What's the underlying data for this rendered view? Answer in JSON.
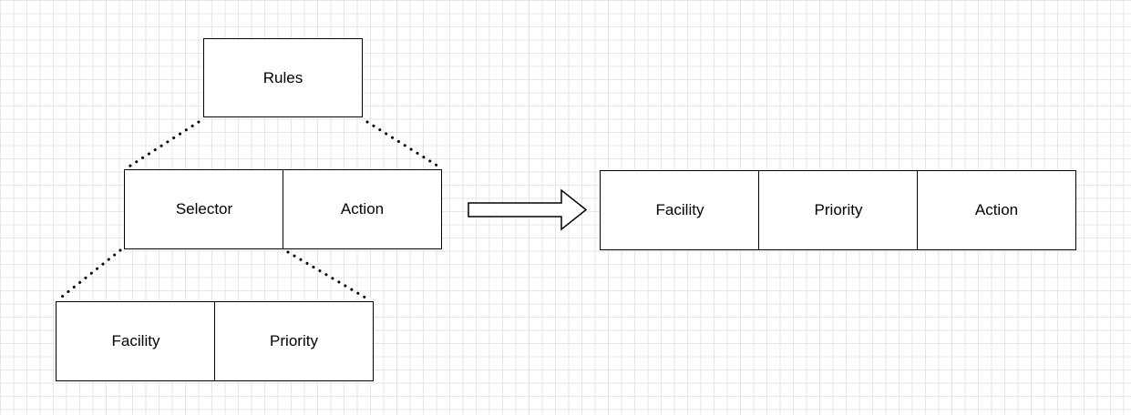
{
  "diagram": {
    "rules": {
      "label": "Rules"
    },
    "selector_action": {
      "selector_label": "Selector",
      "action_label": "Action"
    },
    "facility_priority": {
      "facility_label": "Facility",
      "priority_label": "Priority"
    },
    "result_row": {
      "facility_label": "Facility",
      "priority_label": "Priority",
      "action_label": "Action"
    },
    "arrow": {
      "direction": "right"
    },
    "colors": {
      "stroke": "#000000",
      "background": "#ffffff",
      "grid": "#e6e6e6"
    }
  }
}
